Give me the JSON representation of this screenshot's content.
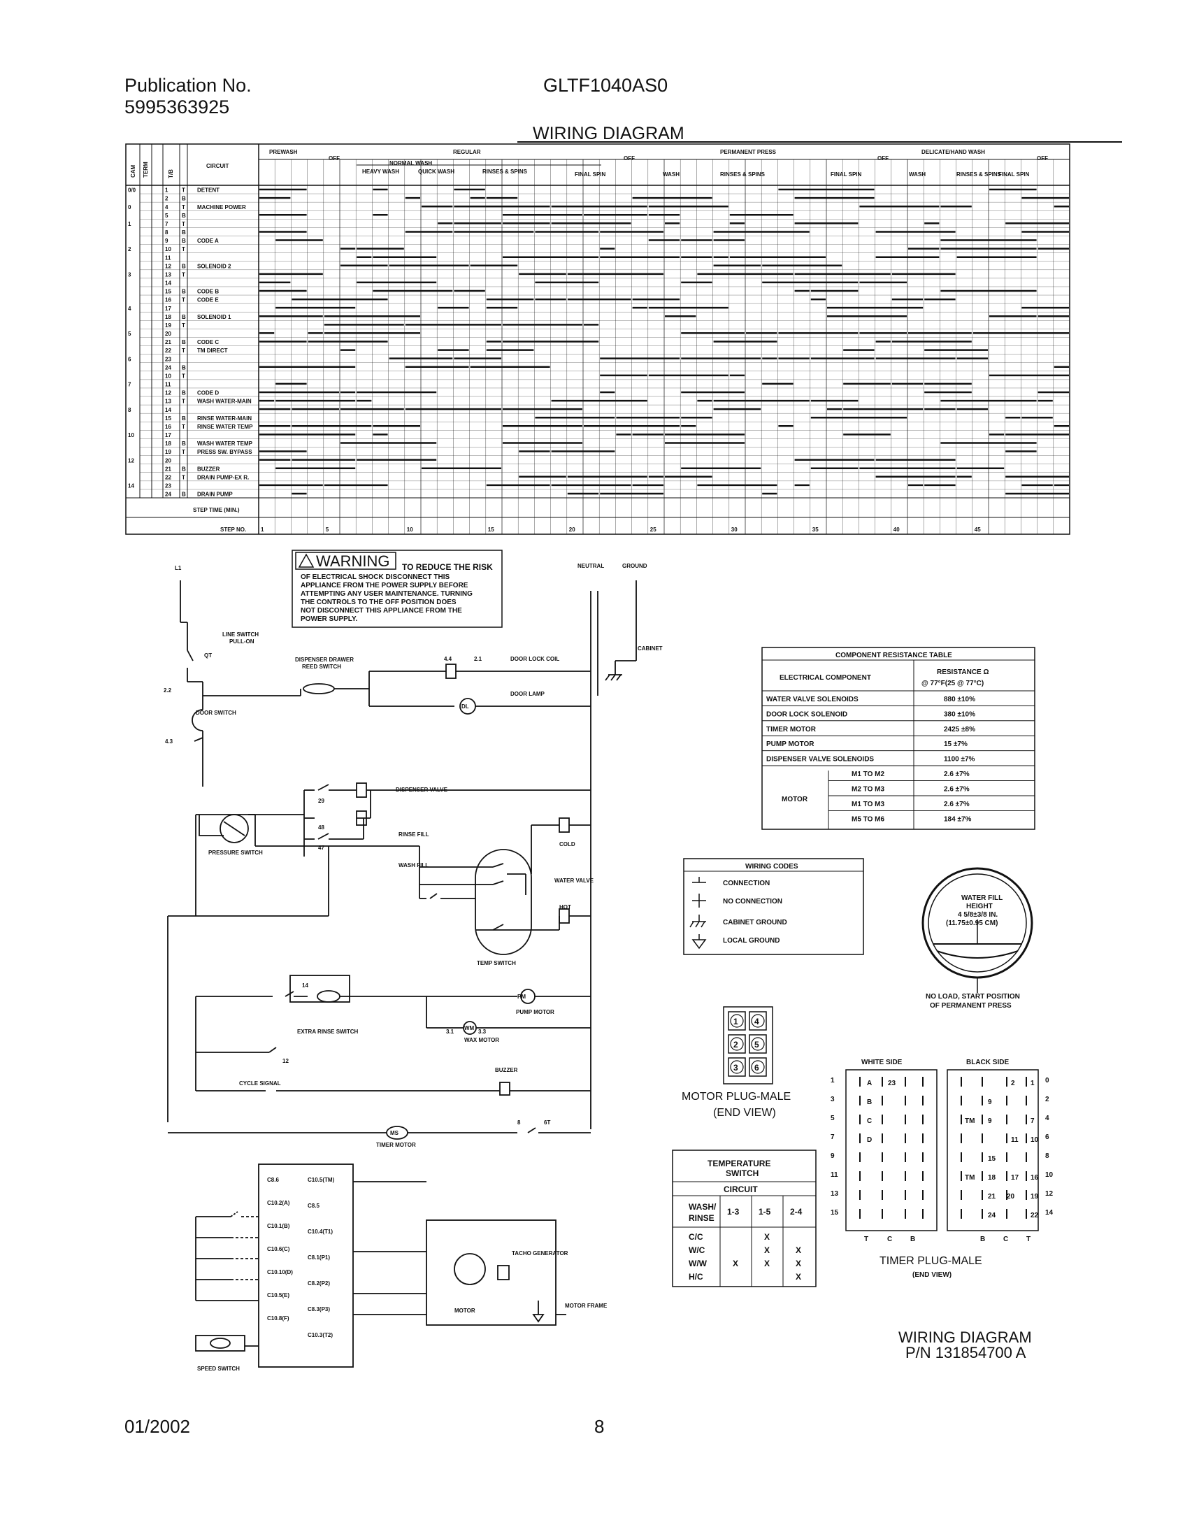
{
  "header": {
    "publication_label": "Publication No.",
    "publication_number": "5995363925",
    "model": "GLTF1040AS0",
    "title": "WIRING DIAGRAM"
  },
  "footer": {
    "date": "01/2002",
    "page": "8"
  },
  "chart": {
    "col_headers": [
      "CAM",
      "TERM",
      "T/B",
      "CIRCUIT"
    ],
    "groups": [
      "PREWASH",
      "OFF",
      "REGULAR",
      "OFF",
      "PERMANENT PRESS",
      "OFF",
      "DELICATE/HAND WASH",
      "OFF"
    ],
    "subheaders": [
      "HEAVY WASH",
      "NORMAL WASH",
      "QUICK WASH",
      "RINSES & SPINS",
      "FINAL SPIN",
      "WASH",
      "RINSES & SPINS",
      "FINAL SPIN",
      "WASH",
      "RINSES & SPINS",
      "FINAL SPIN"
    ],
    "rows": [
      {
        "cam": "0/0",
        "term": "1",
        "tb": "T",
        "circuit": "DETENT"
      },
      {
        "cam": "",
        "term": "2",
        "tb": "B",
        "circuit": ""
      },
      {
        "cam": "0",
        "term": "4",
        "tb": "T",
        "circuit": "MACHINE POWER"
      },
      {
        "cam": "",
        "term": "5",
        "tb": "B",
        "circuit": ""
      },
      {
        "cam": "1",
        "term": "7",
        "tb": "T",
        "circuit": ""
      },
      {
        "cam": "",
        "term": "8",
        "tb": "B",
        "circuit": ""
      },
      {
        "cam": "",
        "term": "9",
        "tb": "B",
        "circuit": "CODE A"
      },
      {
        "cam": "2",
        "term": "10",
        "tb": "T",
        "circuit": ""
      },
      {
        "cam": "",
        "term": "11",
        "tb": "",
        "circuit": ""
      },
      {
        "cam": "",
        "term": "12",
        "tb": "B",
        "circuit": "SOLENOID 2"
      },
      {
        "cam": "3",
        "term": "13",
        "tb": "T",
        "circuit": ""
      },
      {
        "cam": "",
        "term": "14",
        "tb": "",
        "circuit": ""
      },
      {
        "cam": "",
        "term": "15",
        "tb": "B",
        "circuit": "CODE B"
      },
      {
        "cam": "",
        "term": "16",
        "tb": "T",
        "circuit": "CODE E"
      },
      {
        "cam": "4",
        "term": "17",
        "tb": "",
        "circuit": ""
      },
      {
        "cam": "",
        "term": "18",
        "tb": "B",
        "circuit": "SOLENOID 1"
      },
      {
        "cam": "",
        "term": "19",
        "tb": "T",
        "circuit": ""
      },
      {
        "cam": "5",
        "term": "20",
        "tb": "",
        "circuit": ""
      },
      {
        "cam": "",
        "term": "21",
        "tb": "B",
        "circuit": "CODE C"
      },
      {
        "cam": "",
        "term": "22",
        "tb": "T",
        "circuit": "TM DIRECT"
      },
      {
        "cam": "6",
        "term": "23",
        "tb": "",
        "circuit": ""
      },
      {
        "cam": "",
        "term": "24",
        "tb": "B",
        "circuit": ""
      },
      {
        "cam": "",
        "term": "10",
        "tb": "T",
        "circuit": ""
      },
      {
        "cam": "7",
        "term": "11",
        "tb": "",
        "circuit": ""
      },
      {
        "cam": "",
        "term": "12",
        "tb": "B",
        "circuit": "CODE D"
      },
      {
        "cam": "",
        "term": "13",
        "tb": "T",
        "circuit": "WASH WATER-MAIN"
      },
      {
        "cam": "8",
        "term": "14",
        "tb": "",
        "circuit": ""
      },
      {
        "cam": "",
        "term": "15",
        "tb": "B",
        "circuit": "RINSE WATER-MAIN"
      },
      {
        "cam": "",
        "term": "16",
        "tb": "T",
        "circuit": "RINSE WATER TEMP"
      },
      {
        "cam": "10",
        "term": "17",
        "tb": "",
        "circuit": ""
      },
      {
        "cam": "",
        "term": "18",
        "tb": "B",
        "circuit": "WASH WATER TEMP"
      },
      {
        "cam": "",
        "term": "19",
        "tb": "T",
        "circuit": "PRESS SW. BYPASS"
      },
      {
        "cam": "12",
        "term": "20",
        "tb": "",
        "circuit": ""
      },
      {
        "cam": "",
        "term": "21",
        "tb": "B",
        "circuit": "BUZZER"
      },
      {
        "cam": "",
        "term": "22",
        "tb": "T",
        "circuit": "DRAIN PUMP-EX R."
      },
      {
        "cam": "14",
        "term": "23",
        "tb": "",
        "circuit": ""
      },
      {
        "cam": "",
        "term": "24",
        "tb": "B",
        "circuit": "DRAIN PUMP"
      }
    ],
    "step_time_label": "STEP TIME (MIN.)",
    "step_no_label": "STEP NO.",
    "step_numbers": [
      "1",
      "5",
      "10",
      "15",
      "20",
      "25",
      "30",
      "35",
      "40",
      "45"
    ]
  },
  "warning": {
    "label": "WARNING",
    "text": [
      "TO REDUCE THE RISK",
      "OF ELECTRICAL SHOCK DISCONNECT THIS",
      "APPLIANCE FROM THE POWER SUPPLY BEFORE",
      "ATTEMPTING ANY USER MAINTENANCE. TURNING",
      "THE CONTROLS TO THE OFF POSITION DOES",
      "NOT DISCONNECT THIS APPLIANCE FROM THE",
      "POWER SUPPLY."
    ]
  },
  "schematic_labels": {
    "l1": "L1",
    "neutral": "NEUTRAL",
    "ground": "GROUND",
    "cabinet": "CABINET",
    "line_switch": "LINE SWITCH",
    "pull_on": "PULL-ON",
    "qt": "QT",
    "dispenser_drawer": "DISPENSER DRAWER",
    "reed_switch": "REED SWITCH",
    "door_lock_coil": "DOOR LOCK COIL",
    "door_lamp": "DOOR LAMP",
    "door_switch": "DOOR SWITCH",
    "dispenser_valve": "DISPENSER VALVE",
    "pressure_switch": "PRESSURE SWITCH",
    "rinse_fill": "RINSE FILL",
    "wash_fill": "WASH FILL",
    "cold": "COLD",
    "hot": "HOT",
    "water_valve": "WATER VALVE",
    "temp_switch": "TEMP SWITCH",
    "extra_rinse_switch": "EXTRA RINSE SWITCH",
    "pump_motor": "PUMP MOTOR",
    "wax_motor": "WAX MOTOR",
    "cycle_signal": "CYCLE SIGNAL",
    "buzzer": "BUZZER",
    "timer_motor": "TIMER MOTOR",
    "speed_switch": "SPEED SWITCH",
    "motor": "MOTOR",
    "tacho_generator": "TACHO GENERATOR",
    "motor_frame": "MOTOR FRAME",
    "ms": "MS",
    "pm": "PM",
    "wm": "WM",
    "dl": "DL",
    "term_4_4": "4.4",
    "term_2_1": "2.1",
    "term_2_2": "2.2",
    "term_4_3": "4.3",
    "term_3_1": "3.1",
    "term_3_3": "3.3",
    "t29": "29",
    "t48": "48",
    "t47": "47",
    "t14": "14",
    "t12": "12",
    "t8": "8",
    "t6t": "6T",
    "controller_left": [
      "C8.6",
      "C10.2(A)",
      "C10.1(B)",
      "C10.6(C)",
      "C10.10(D)",
      "C10.5(E)",
      "C10.8(F)"
    ],
    "controller_right": [
      "C10.5(TM)",
      "C8.5",
      "C10.4(T1)",
      "C8.1(P1)",
      "C8.2(P2)",
      "C8.3(P3)",
      "C10.3(T2)"
    ]
  },
  "resistance_table": {
    "title": "COMPONENT RESISTANCE TABLE",
    "col1": "ELECTRICAL COMPONENT",
    "col2_line1": "RESISTANCE Ω",
    "col2_line2": "@ 77°F(25 @ 77°C)",
    "rows": [
      {
        "component": "WATER VALVE SOLENOIDS",
        "value": "880 ±10%"
      },
      {
        "component": "DOOR LOCK SOLENOID",
        "value": "380 ±10%"
      },
      {
        "component": "TIMER MOTOR",
        "value": "2425 ±8%"
      },
      {
        "component": "PUMP MOTOR",
        "value": "15 ±7%"
      },
      {
        "component": "DISPENSER VALVE SOLENOIDS",
        "value": "1100 ±7%"
      }
    ],
    "motor_label": "MOTOR",
    "motor_rows": [
      {
        "pair": "M1 TO M2",
        "value": "2.6 ±7%"
      },
      {
        "pair": "M2 TO M3",
        "value": "2.6 ±7%"
      },
      {
        "pair": "M1 TO M3",
        "value": "2.6 ±7%"
      },
      {
        "pair": "M5 TO M6",
        "value": "184 ±7%"
      }
    ]
  },
  "wiring_codes": {
    "title": "WIRING CODES",
    "items": [
      "CONNECTION",
      "NO CONNECTION",
      "CABINET GROUND",
      "LOCAL GROUND"
    ]
  },
  "water_fill": {
    "lines": [
      "WATER FILL",
      "HEIGHT",
      "4 5/8±3/8 IN.",
      "(11.75±0.95 CM)"
    ],
    "caption": [
      "NO LOAD, START POSITION",
      "OF PERMANENT PRESS"
    ]
  },
  "motor_plug": {
    "pins": [
      "1",
      "4",
      "2",
      "5",
      "3",
      "6"
    ],
    "title": "MOTOR PLUG-MALE",
    "subtitle": "(END VIEW)"
  },
  "temp_switch_table": {
    "title_line1": "TEMPERATURE",
    "title_line2": "SWITCH",
    "circuit_label": "CIRCUIT",
    "wash_rinse_line1": "WASH/",
    "wash_rinse_line2": "RINSE",
    "cols": [
      "1-3",
      "1-5",
      "2-4"
    ],
    "rows": [
      {
        "label": "C/C",
        "marks": [
          "",
          "X",
          ""
        ]
      },
      {
        "label": "W/C",
        "marks": [
          "",
          "X",
          "X"
        ]
      },
      {
        "label": "W/W",
        "marks": [
          "X",
          "X",
          "X"
        ]
      },
      {
        "label": "H/C",
        "marks": [
          "",
          "",
          "X"
        ]
      }
    ]
  },
  "timer_plug": {
    "white_side": "WHITE SIDE",
    "black_side": "BLACK SIDE",
    "left_numbers": [
      "1",
      "3",
      "5",
      "7",
      "9",
      "11",
      "13",
      "15"
    ],
    "right_numbers": [
      "0",
      "2",
      "4",
      "6",
      "8",
      "10",
      "12",
      "14"
    ],
    "white_bottom": [
      "T",
      "C",
      "B"
    ],
    "black_bottom": [
      "B",
      "C",
      "T"
    ],
    "white_marks": [
      "A",
      "23",
      "B",
      "C",
      "D"
    ],
    "black_marks": [
      "2",
      "1",
      "9",
      "TM",
      "9",
      "7",
      "11",
      "10",
      "15",
      "TM",
      "18",
      "17",
      "16",
      "21",
      "20",
      "19",
      "24",
      "22"
    ],
    "title": "TIMER PLUG-MALE",
    "subtitle": "(END VIEW)"
  },
  "diagram_id": {
    "line1": "WIRING DIAGRAM",
    "line2": "P/N 131854700 A"
  }
}
